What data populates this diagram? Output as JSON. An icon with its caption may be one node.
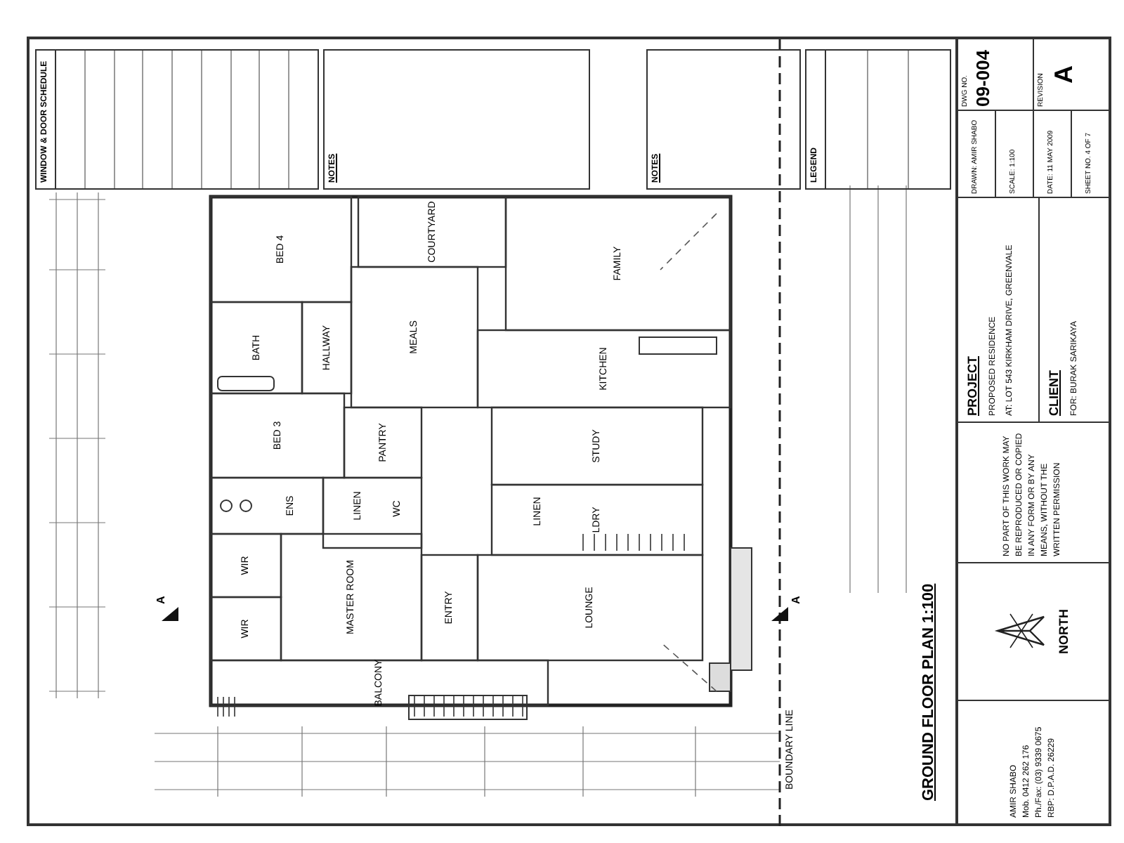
{
  "diagram": {
    "title": "GROUND FLOOR PLAN 1:100",
    "labels": [
      "WINDOW & DOOR SCHEDULE",
      "NOTES",
      "NOTES",
      "LEGEND",
      "BED 4",
      "COURTYARD",
      "FAMILY",
      "MEALS",
      "KITCHEN",
      "BATH",
      "HALLWAY",
      "BED 3",
      "PANTRY",
      "STUDY",
      "LDRY",
      "ENS",
      "WC",
      "LINEN",
      "LINEN",
      "WIR",
      "WIR",
      "MASTER ROOM",
      "ENTRY",
      "LOUNGE",
      "BALCONY",
      "A",
      "A",
      "BOUNDARY LINE",
      "DRAWN: AMIR SHABO",
      "DWG NO.",
      "09-004",
      "SCALE: 1:100",
      "DATE: 11 MAY 2009",
      "REVISION",
      "A",
      "SHEET NO. 4 OF 7",
      "PROJECT",
      "PROPOSED RESIDENCE",
      "AT: LOT 543 KIRKHAM DRIVE, GREENVALE",
      "CLIENT",
      "FOR: BURAK SARIKAYA",
      "NO PART OF THIS WORK MAY BE REPRODUCED OR COPIED IN ANY FORM OR BY ANY MEANS, WITHOUT THE WRITTEN PERMISSION",
      "NORTH",
      "AMIR SHABO",
      "Mob. 0412 262 176",
      "Ph./Fax: (03) 9339 0675",
      "RBP: D.P.A.D. 26229"
    ]
  }
}
